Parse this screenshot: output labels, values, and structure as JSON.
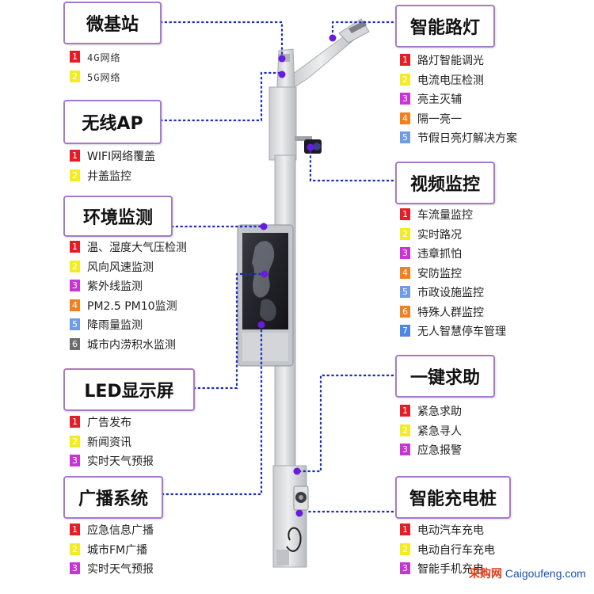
{
  "colors": {
    "box_border": "#a77ac9",
    "connector": "#1b2fb8",
    "dot": "#6a1be0",
    "badge_1": "#e41e26",
    "badge_2": "#f3ec22",
    "badge_3": "#c934d6",
    "badge_4": "#f2801f",
    "badge_5": "#6f9ce8",
    "badge_6": "#6d6d6d",
    "badge_7": "#4f86e0"
  },
  "sections": {
    "micro_base_station": {
      "title": "微基站",
      "items": [
        {
          "num": "1",
          "label": "4G网络",
          "badge": "#e41e26"
        },
        {
          "num": "2",
          "label": "5G网络",
          "badge": "#f3ec22"
        }
      ]
    },
    "wireless_ap": {
      "title": "无线AP",
      "items": [
        {
          "num": "1",
          "label": "WIFI网络覆盖",
          "badge": "#e41e26"
        },
        {
          "num": "2",
          "label": "井盖监控",
          "badge": "#f3ec22"
        }
      ]
    },
    "environment_monitoring": {
      "title": "环境监测",
      "items": [
        {
          "num": "1",
          "label": "温、湿度大气压检测",
          "badge": "#e41e26"
        },
        {
          "num": "2",
          "label": "风向风速监测",
          "badge": "#f3ec22"
        },
        {
          "num": "3",
          "label": "紫外线监测",
          "badge": "#c934d6"
        },
        {
          "num": "4",
          "label": "PM2.5 PM10监测",
          "badge": "#f2801f"
        },
        {
          "num": "5",
          "label": "降雨量监测",
          "badge": "#6f9ce8"
        },
        {
          "num": "6",
          "label": "城市内涝积水监测",
          "badge": "#6d6d6d"
        }
      ]
    },
    "led_display": {
      "title": "LED显示屏",
      "items": [
        {
          "num": "1",
          "label": "广告发布",
          "badge": "#e41e26"
        },
        {
          "num": "2",
          "label": "新闻资讯",
          "badge": "#f3ec22"
        },
        {
          "num": "3",
          "label": "实时天气预报",
          "badge": "#c934d6"
        }
      ]
    },
    "broadcast_system": {
      "title": "广播系统",
      "items": [
        {
          "num": "1",
          "label": "应急信息广播",
          "badge": "#e41e26"
        },
        {
          "num": "2",
          "label": "城市FM广播",
          "badge": "#f3ec22"
        },
        {
          "num": "3",
          "label": "实时天气预报",
          "badge": "#c934d6"
        }
      ]
    },
    "smart_street_light": {
      "title": "智能路灯",
      "items": [
        {
          "num": "1",
          "label": "路灯智能调光",
          "badge": "#e41e26"
        },
        {
          "num": "2",
          "label": "电流电压检测",
          "badge": "#f3ec22"
        },
        {
          "num": "3",
          "label": "亮主灭辅",
          "badge": "#c934d6"
        },
        {
          "num": "4",
          "label": "隔一亮一",
          "badge": "#f2801f"
        },
        {
          "num": "5",
          "label": "节假日亮灯解决方案",
          "badge": "#6f9ce8"
        }
      ]
    },
    "video_surveillance": {
      "title": "视频监控",
      "items": [
        {
          "num": "1",
          "label": "车流量监控",
          "badge": "#e41e26"
        },
        {
          "num": "2",
          "label": "实时路况",
          "badge": "#f3ec22"
        },
        {
          "num": "3",
          "label": "违章抓怕",
          "badge": "#c934d6"
        },
        {
          "num": "4",
          "label": "安防监控",
          "badge": "#f2801f"
        },
        {
          "num": "5",
          "label": "市政设施监控",
          "badge": "#6f9ce8"
        },
        {
          "num": "6",
          "label": "特殊人群监控",
          "badge": "#f2801f"
        },
        {
          "num": "7",
          "label": "无人智慧停车管理",
          "badge": "#4f86e0"
        }
      ]
    },
    "one_key_help": {
      "title": "一键求助",
      "items": [
        {
          "num": "1",
          "label": "紧急求助",
          "badge": "#e41e26"
        },
        {
          "num": "2",
          "label": "紧急寻人",
          "badge": "#f3ec22"
        },
        {
          "num": "3",
          "label": "应急报警",
          "badge": "#c934d6"
        }
      ]
    },
    "smart_charging_pile": {
      "title": "智能充电桩",
      "items": [
        {
          "num": "1",
          "label": "电动汽车充电",
          "badge": "#e41e26"
        },
        {
          "num": "2",
          "label": "电动自行车充电",
          "badge": "#f3ec22"
        },
        {
          "num": "3",
          "label": "智能手机充电",
          "badge": "#c934d6"
        }
      ]
    }
  },
  "watermark": {
    "logo": "采购网",
    "site": "Caigoufeng.com"
  }
}
